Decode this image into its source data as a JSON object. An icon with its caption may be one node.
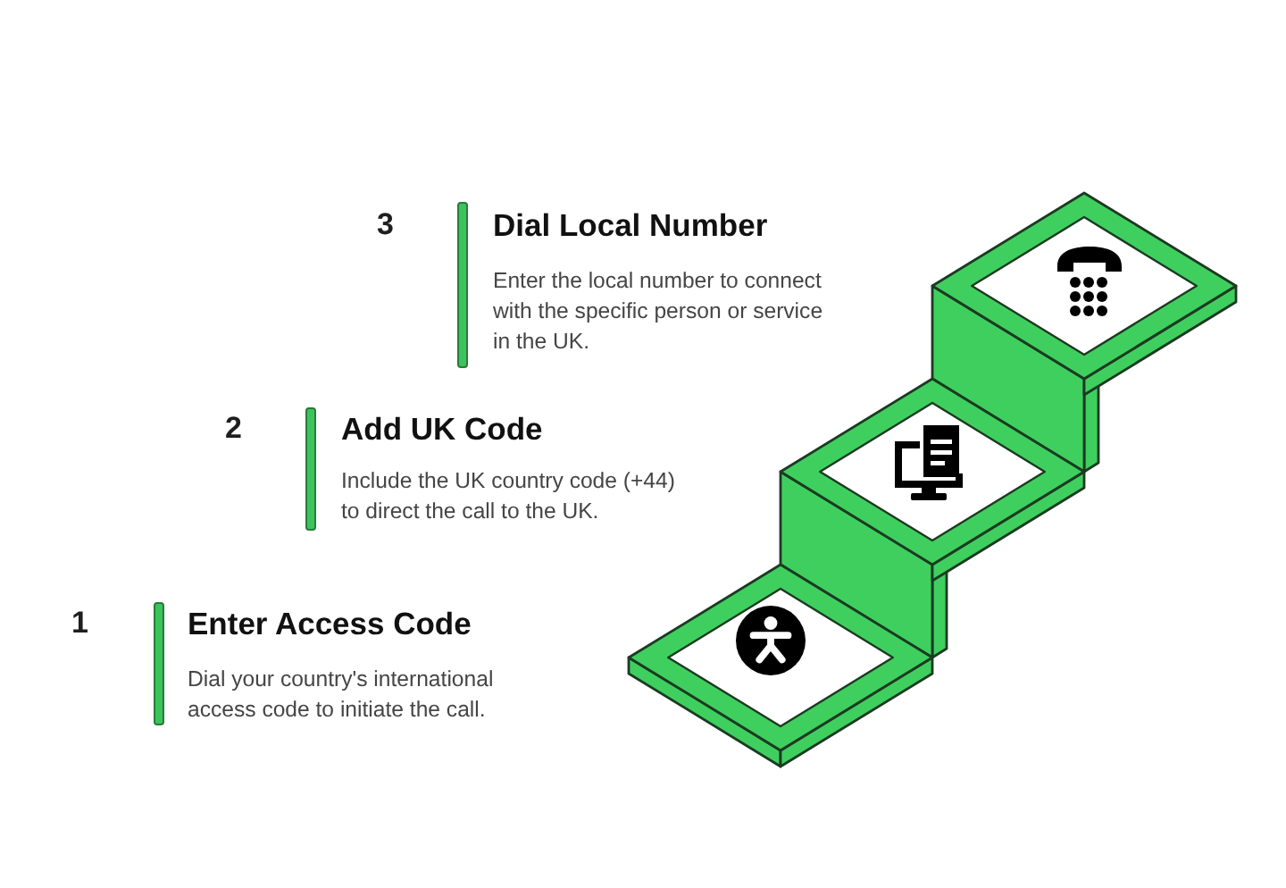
{
  "diagram": {
    "labels": [
      "3",
      "Dial Local Number",
      "Enter the local number to connect with the specific person or service in the UK.",
      "2",
      "Add UK Code",
      "Include the UK country code (+44) to direct the call to the UK.",
      "1",
      "Enter Access Code",
      "Dial your country's international access code to initiate the call."
    ]
  }
}
